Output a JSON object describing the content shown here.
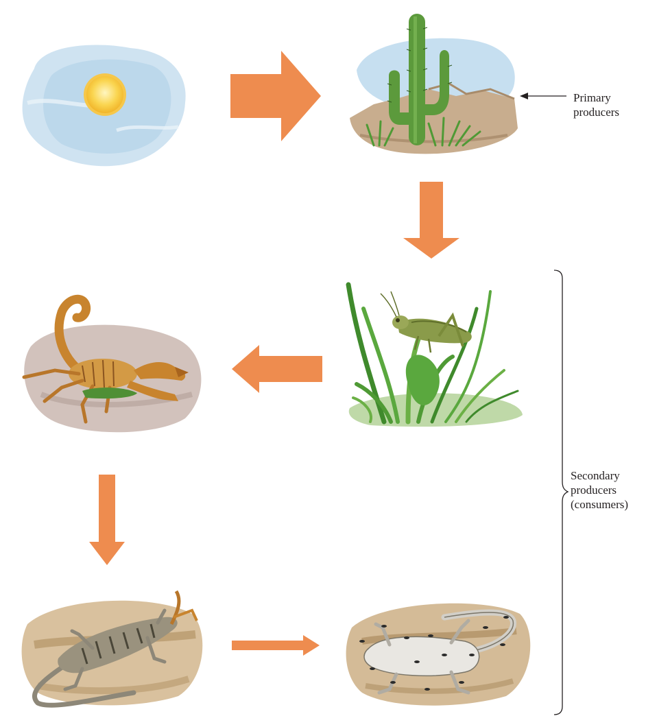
{
  "labels": {
    "primary": [
      "Primary",
      "producers"
    ],
    "secondary": [
      "Secondary",
      "producers",
      "(consumers)"
    ]
  },
  "panels": {
    "sun": "sun-icon",
    "cactus": "cactus-icon",
    "grasshopper": "grasshopper-icon",
    "scorpion": "scorpion-icon",
    "lizard": "lizard-icon",
    "dead_lizard": "dead-lizard-icon"
  },
  "colors": {
    "arrow": "#ee8c4f",
    "sky": "#bcd9ec",
    "sun": "#f7d04a",
    "cactus": "#5c9a3c",
    "grass": "#6bb045",
    "earth": "#c7ad8b",
    "text": "#231f20"
  }
}
